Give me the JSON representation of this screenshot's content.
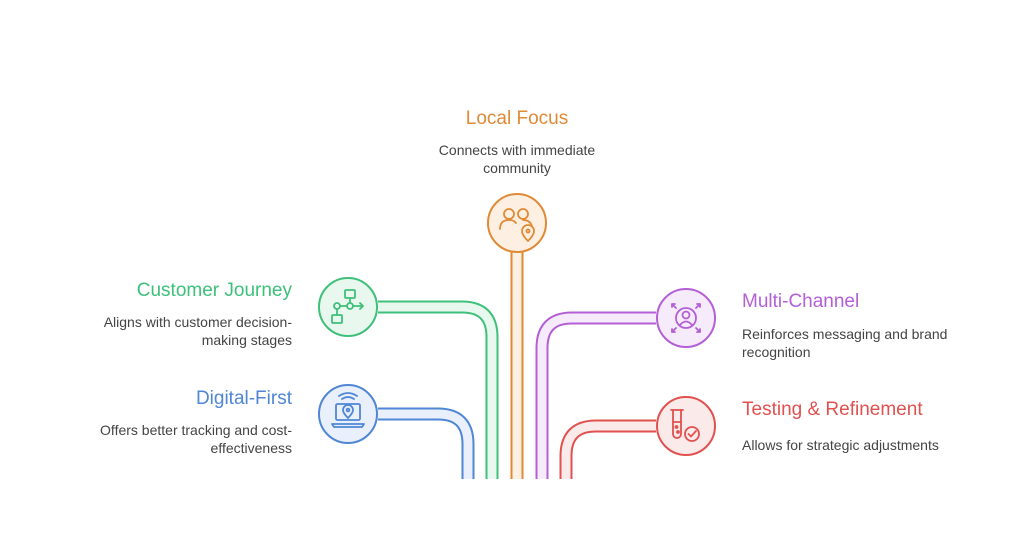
{
  "colors": {
    "local_focus": "#e08a36",
    "customer_journey": "#3ec07a",
    "digital_first": "#4f86d6",
    "multi_channel": "#b45fd6",
    "testing_refinement": "#e0514f"
  },
  "items": {
    "local_focus": {
      "title": "Local Focus",
      "desc_1": "Connects with immediate",
      "desc_2": "community",
      "icon": "people-location-icon"
    },
    "customer_journey": {
      "title": "Customer Journey",
      "desc_1": "Aligns with customer decision-",
      "desc_2": "making stages",
      "icon": "flowchart-icon"
    },
    "digital_first": {
      "title": "Digital-First",
      "desc_1": "Offers better tracking and cost-",
      "desc_2": "effectiveness",
      "icon": "laptop-location-icon"
    },
    "multi_channel": {
      "title": "Multi-Channel",
      "desc_1": "Reinforces messaging and brand",
      "desc_2": "recognition",
      "icon": "user-broadcast-icon"
    },
    "testing_refinement": {
      "title": "Testing & Refinement",
      "desc_1": "Allows for strategic adjustments",
      "icon": "test-tube-check-icon"
    }
  }
}
